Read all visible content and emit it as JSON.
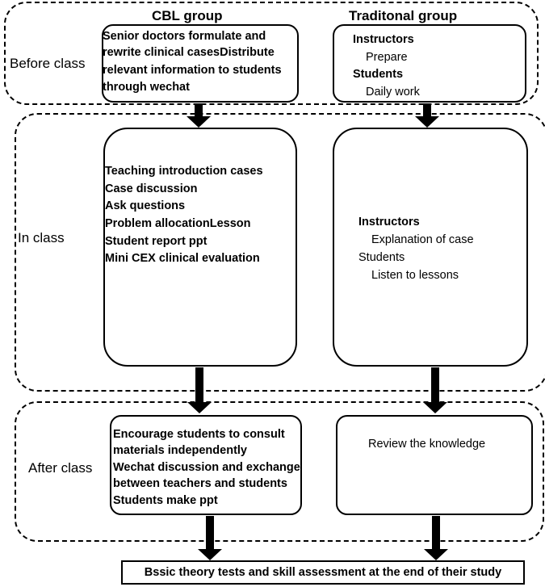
{
  "headers": {
    "cbl": "CBL group",
    "traditional": "Traditonal group"
  },
  "phases": {
    "before": "Before class",
    "in": "In class",
    "after": "After class"
  },
  "cbl": {
    "before": [
      "Senior doctors formulate and",
      "rewrite clinical casesDistribute",
      " relevant information to students",
      "through wechat"
    ],
    "in": [
      "Teaching introduction cases",
      "Case discussion",
      "Ask questions",
      "Problem allocationLesson",
      "Student report ppt",
      "Mini CEX clinical evaluation"
    ],
    "after": [
      "Encourage students to consult",
      "materials independently",
      "Wechat discussion and exchange",
      "between teachers and students",
      "Students make ppt"
    ]
  },
  "traditional": {
    "before": [
      {
        "text": "Instructors",
        "style": "bold"
      },
      {
        "text": "Prepare",
        "style": "indent"
      },
      {
        "text": "Students",
        "style": "bold"
      },
      {
        "text": "Daily work",
        "style": "indent"
      }
    ],
    "in": [
      {
        "text": "Instructors",
        "style": "bold"
      },
      {
        "text": "Explanation of case",
        "style": "indent"
      },
      {
        "text": "Students",
        "style": "plain"
      },
      {
        "text": "Listen to lessons",
        "style": "indent"
      }
    ],
    "after": "Review the knowledge"
  },
  "final": "Bssic theory tests and skill assessment at the end of  their  study"
}
